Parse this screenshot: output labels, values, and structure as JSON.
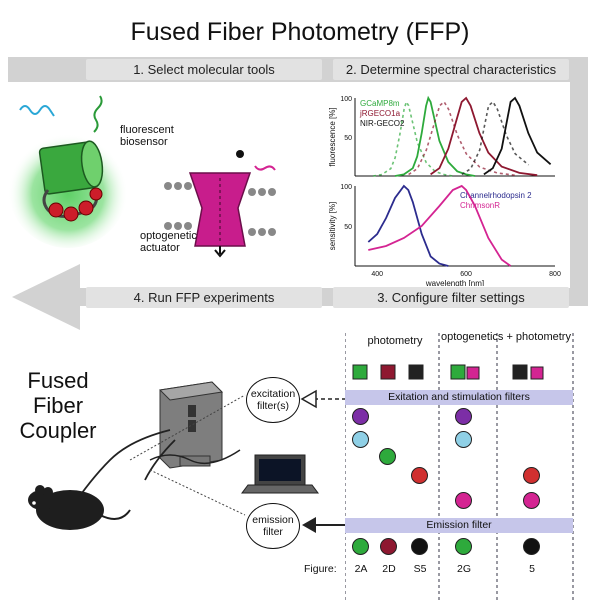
{
  "title": "Fused Fiber Photometry (FFP)",
  "steps": {
    "step1": "1. Select molecular tools",
    "step2": "2. Determine spectral characteristics",
    "step3": "3. Configure filter settings",
    "step4": "4. Run FFP experiments"
  },
  "labels": {
    "fluorescent_biosensor": "fluorescent biosensor",
    "optogenetic_actuator": "optogenetic actuator",
    "fused_fiber_coupler": "Fused Fiber Coupler",
    "excitation_filter": "excitation filter(s)",
    "emission_filter": "emission filter",
    "excitation_bar": "Exitation and stimulation filters",
    "emission_bar": "Emission filter",
    "photometry": "photometry",
    "optogenetics": "optogenetics + photometry",
    "figure_label": "Figure:"
  },
  "figures": [
    "2A",
    "2D",
    "S5",
    "2G",
    "5"
  ],
  "colors": {
    "green": "#2eaa3c",
    "darkred": "#8e1830",
    "black": "#111111",
    "blue": "#2c2c8e",
    "magenta": "#d42492",
    "purple": "#7c2ea6",
    "lightblue": "#8fd0e6",
    "red": "#d03030",
    "arrow_gray": "#d2d2d2"
  },
  "chart_data": [
    {
      "type": "line",
      "ylabel": "fluorescence [%]",
      "ytick_labels": [
        "100",
        "50"
      ],
      "ylim": [
        0,
        100
      ],
      "xlim": [
        350,
        800
      ],
      "series": [
        {
          "name": "GCaMP8m",
          "color": "#2eaa3c",
          "x": [
            440,
            460,
            480,
            490,
            500,
            510,
            515,
            520,
            530,
            540,
            560,
            580,
            600,
            620
          ],
          "values": [
            0,
            2,
            10,
            25,
            55,
            90,
            100,
            95,
            70,
            45,
            18,
            6,
            2,
            0
          ]
        },
        {
          "name": "jRGECO1a",
          "color": "#8e1830",
          "x": [
            520,
            540,
            560,
            575,
            590,
            600,
            610,
            630,
            650,
            680,
            720,
            760
          ],
          "values": [
            2,
            10,
            35,
            65,
            95,
            100,
            90,
            55,
            30,
            12,
            4,
            1
          ]
        },
        {
          "name": "NIR-GECO2",
          "color": "#111111",
          "x": [
            640,
            660,
            680,
            690,
            700,
            710,
            720,
            740,
            760,
            790
          ],
          "values": [
            2,
            10,
            35,
            65,
            95,
            100,
            90,
            55,
            30,
            15
          ]
        }
      ]
    },
    {
      "type": "line",
      "ylabel": "sensitivity [%]",
      "xlabel": "wavelength [nm]",
      "ytick_labels": [
        "100",
        "50"
      ],
      "xtick_labels": [
        "400",
        "600",
        "800"
      ],
      "ylim": [
        0,
        100
      ],
      "xlim": [
        350,
        800
      ],
      "series": [
        {
          "name": "Channelrhodopsin 2",
          "color": "#2c2c8e",
          "x": [
            380,
            400,
            420,
            440,
            460,
            470,
            480,
            500,
            520,
            540,
            560
          ],
          "values": [
            30,
            40,
            60,
            85,
            100,
            95,
            80,
            40,
            12,
            3,
            0
          ]
        },
        {
          "name": "ChrimsonR",
          "color": "#d42492",
          "x": [
            380,
            420,
            460,
            500,
            540,
            570,
            590,
            600,
            620,
            650,
            680,
            700
          ],
          "values": [
            20,
            25,
            35,
            50,
            75,
            95,
            100,
            95,
            75,
            35,
            8,
            0
          ]
        }
      ]
    }
  ]
}
